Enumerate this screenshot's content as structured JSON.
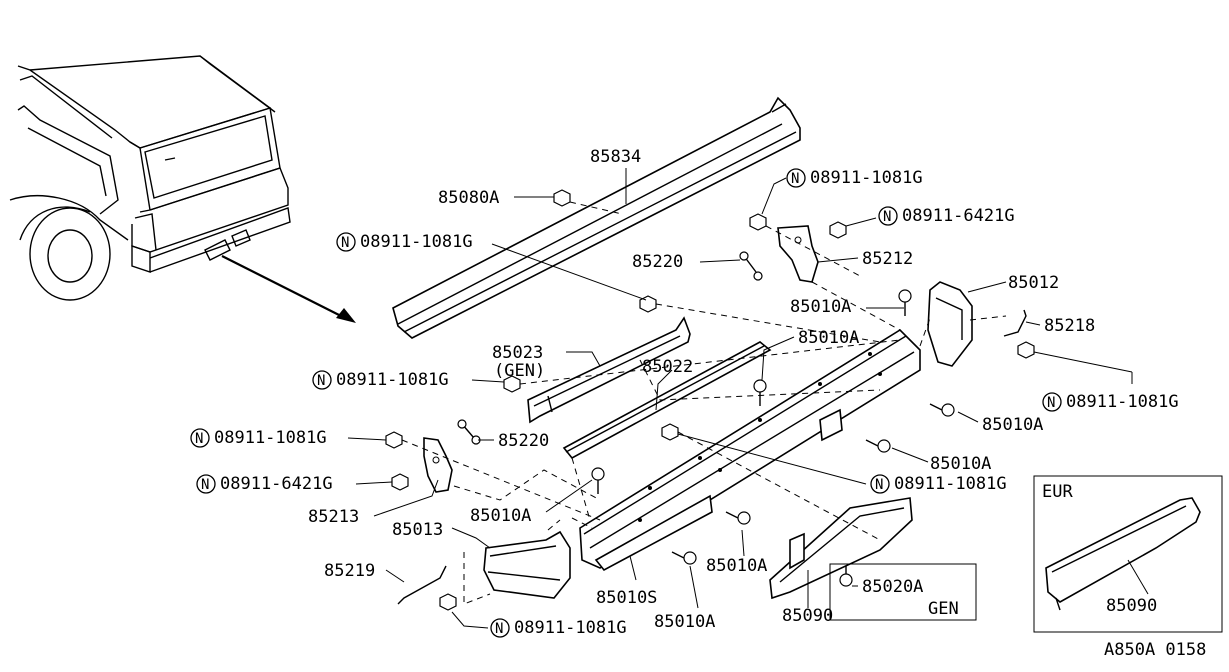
{
  "diagram": {
    "drawing_code": "A850A 0158",
    "inset_title": "EUR",
    "parts": {
      "p85834": "85834",
      "p85080A": "85080A",
      "n08911_1081G_top": "08911-1081G",
      "n08911_6421G_top": "08911-6421G",
      "n08911_1081G_left": "08911-1081G",
      "p85220_upper": "85220",
      "p85212": "85212",
      "p85012": "85012",
      "p85010A_a": "85010A",
      "p85010A_b": "85010A",
      "p85218": "85218",
      "p85023": "85023",
      "gen_85023": "(GEN)",
      "p85022": "85022",
      "n08911_1081G_mid": "08911-1081G",
      "n08911_1081G_right": "08911-1081G",
      "p85010A_c": "85010A",
      "n08911_1081G_lower": "08911-1081G",
      "p85220_lower": "85220",
      "p85010A_d": "85010A",
      "n08911_6421G_lower": "08911-6421G",
      "n08911_1081G_center": "08911-1081G",
      "p85213": "85213",
      "p85010A_e": "85010A",
      "p85013": "85013",
      "p85010A_f": "85010A",
      "p85219": "85219",
      "p85010S": "85010S",
      "p85010A_g": "85010A",
      "n08911_1081G_bottom": "08911-1081G",
      "p85090": "85090",
      "p85020A": "85020A",
      "gen_85020A": "GEN",
      "p85090_eur": "85090"
    },
    "n_marker": "N"
  }
}
